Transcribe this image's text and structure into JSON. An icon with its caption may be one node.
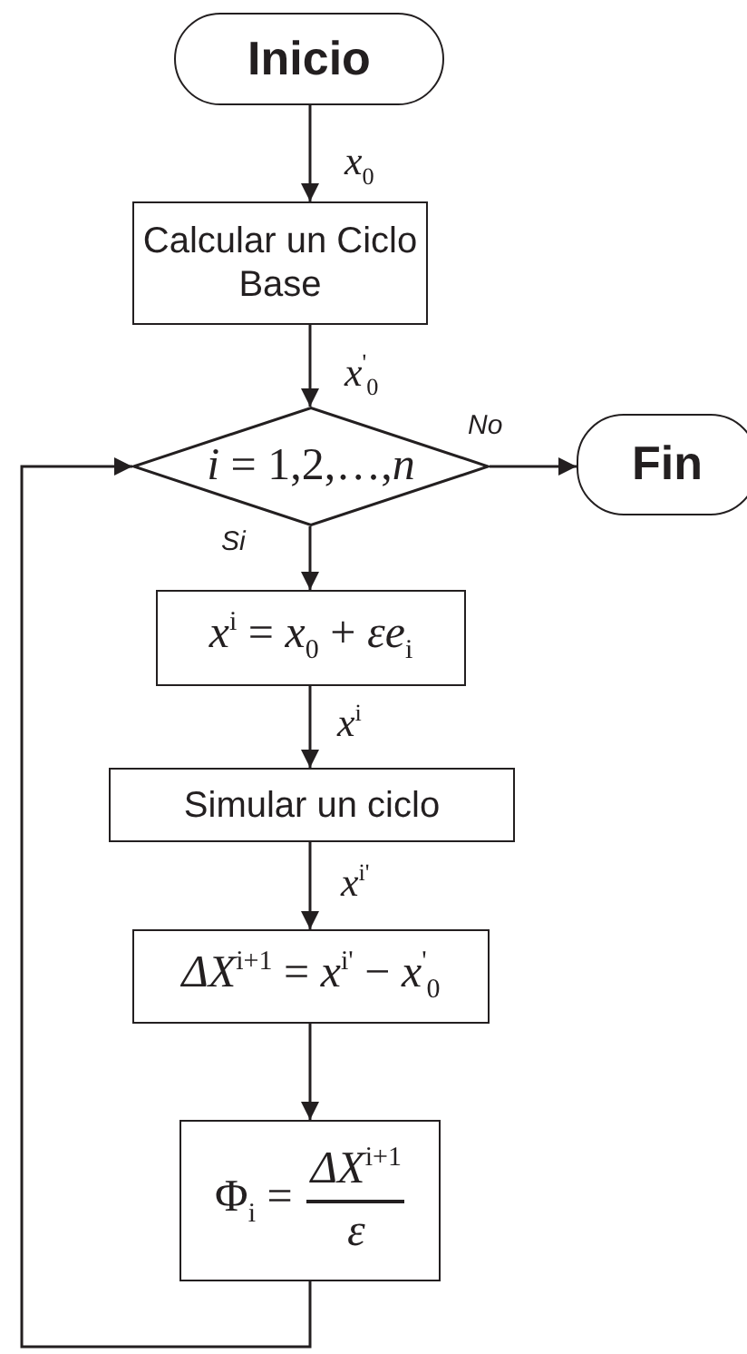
{
  "diagram": {
    "nodes": [
      {
        "text": [
          "Inicio"
        ]
      },
      {
        "text": [
          "Calcular un Ciclo Base"
        ]
      },
      {
        "text": [
          "*i* = 1,2,…,*n*"
        ]
      },
      {
        "text": [
          "Fin"
        ]
      },
      {
        "text": [
          "*x*$^{i}$ = *x*$_{0}$ + *εe*$_{i}$"
        ]
      },
      {
        "text": [
          "Simular un ciclo"
        ]
      },
      {
        "text": [
          "*ΔX*$^{i+1}$ = *x*$^{i'}$ − *x*$^{'}$$_{0}$"
        ]
      },
      {
        "text": [
          "Φ$_{i}$ =",
          "*ΔX*$^{i+1}$",
          "*ε*"
        ]
      }
    ],
    "edges": [
      {
        "from": 0,
        "to": 1,
        "arrow": "to",
        "label": "*x*$_{0}$"
      },
      {
        "from": 1,
        "to": 2,
        "arrow": "to",
        "label": "*x*$^{'}$$_{0}$"
      },
      {
        "from": 2,
        "to": 3,
        "arrow": "to",
        "label": "No"
      },
      {
        "from": 2,
        "to": 4,
        "arrow": "to",
        "label": "Si"
      },
      {
        "from": 4,
        "to": 5,
        "arrow": "to",
        "label": "*x*$^{i}$"
      },
      {
        "from": 5,
        "to": 6,
        "arrow": "to",
        "label": "*x*$^{i'}$"
      },
      {
        "from": 6,
        "to": 7,
        "arrow": "to"
      },
      {
        "from": 7,
        "to": 2,
        "arrow": "to"
      }
    ]
  }
}
